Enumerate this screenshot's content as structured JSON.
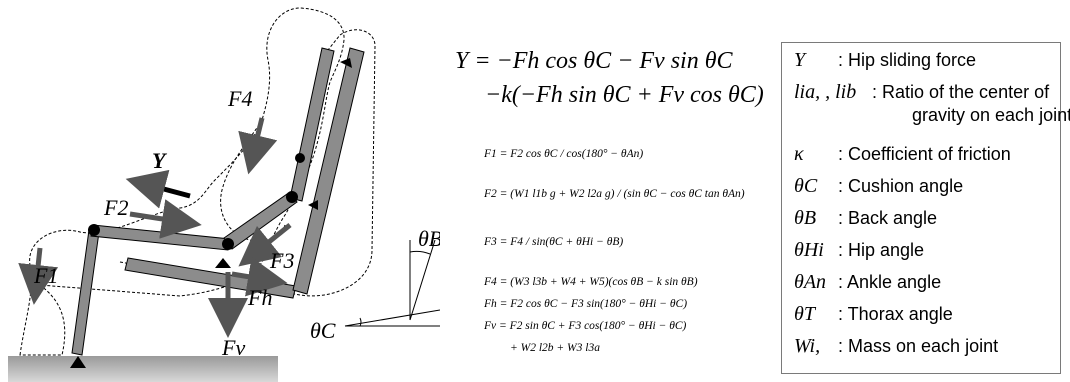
{
  "diagram": {
    "force_labels": {
      "F4": "F4",
      "Y": "Y",
      "F2": "F2",
      "F1": "F1",
      "F3": "F3",
      "Fh": "Fh",
      "Fv": "Fv",
      "thetaB": "θB",
      "thetaC": "θC"
    }
  },
  "equations": {
    "main_line1": "Y = −Fh cos θC − Fv sin θC",
    "main_line2": "−k(−Fh sin θC + Fv cos θC)",
    "F1": "F1 = F2 cos θC / cos(180° − θAn)",
    "F2": "F2 = (W1 l1b g + W2 l2a g) / (sin θC − cos θC tan θAn)",
    "F3": "F3 = F4 / sin(θC + θHi − θB)",
    "F4": "F4 = (W3 l3b + W4 + W5)(cos θB − k sin θB)",
    "Fh": "Fh = F2 cos θC − F3 sin(180° − θHi − θC)",
    "Fv1": "Fv = F2 sin θC + F3 cos(180° − θHi − θC)",
    "Fv2": "+ W2 l2b + W3 l3a"
  },
  "legend": {
    "items": [
      {
        "symbol": "Y",
        "text": ": Hip sliding force"
      },
      {
        "symbol": "lia, , lib",
        "text": ": Ratio of the center of",
        "text2": "gravity on each joint"
      },
      {
        "symbol": "κ",
        "text": ": Coefficient of friction"
      },
      {
        "symbol": "θC",
        "text": ": Cushion angle"
      },
      {
        "symbol": "θB",
        "text": ": Back angle"
      },
      {
        "symbol": "θHi",
        "text": ": Hip angle"
      },
      {
        "symbol": "θAn",
        "text": ": Ankle angle"
      },
      {
        "symbol": "θT",
        "text": ": Thorax angle"
      },
      {
        "symbol": "Wi,",
        "text": ": Mass on each joint"
      }
    ]
  }
}
